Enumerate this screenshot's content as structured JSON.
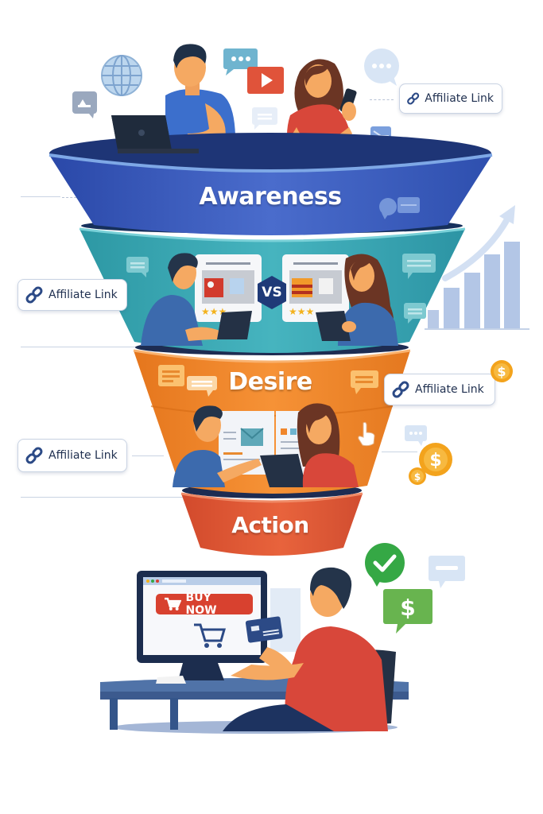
{
  "diagram": {
    "type": "marketing-funnel",
    "stages": [
      {
        "id": "awareness",
        "label": "Awareness",
        "color": "#3a5bbf"
      },
      {
        "id": "interest",
        "label": "",
        "color": "#3aa6b2"
      },
      {
        "id": "desire",
        "label": "Desire",
        "color": "#f0862b"
      },
      {
        "id": "action",
        "label": "Action",
        "color": "#e05a35"
      }
    ],
    "affiliate_badges": [
      {
        "label": "Affiliate Link",
        "position": "top-right"
      },
      {
        "label": "Affiliate Link",
        "position": "interest-left"
      },
      {
        "label": "Affiliate Link",
        "position": "desire-right"
      },
      {
        "label": "Affiliate Link",
        "position": "desire-left"
      }
    ],
    "comparison": {
      "vs_label": "VS"
    },
    "checkout": {
      "button_label": "BUY NOW"
    },
    "icons": [
      "globe-icon",
      "chat-bubble-icon",
      "video-play-icon",
      "email-icon",
      "link-icon",
      "growth-chart-icon",
      "dollar-coin-icon",
      "pointer-hand-icon",
      "checkmark-icon",
      "shopping-cart-icon",
      "credit-card-icon"
    ],
    "colors": {
      "awareness": "#3a5bbf",
      "interest": "#3aa6b2",
      "desire": "#f0862b",
      "action": "#e05a35",
      "navy": "#1e3370",
      "success": "#3aa845",
      "coin": "#f3a31c"
    }
  }
}
